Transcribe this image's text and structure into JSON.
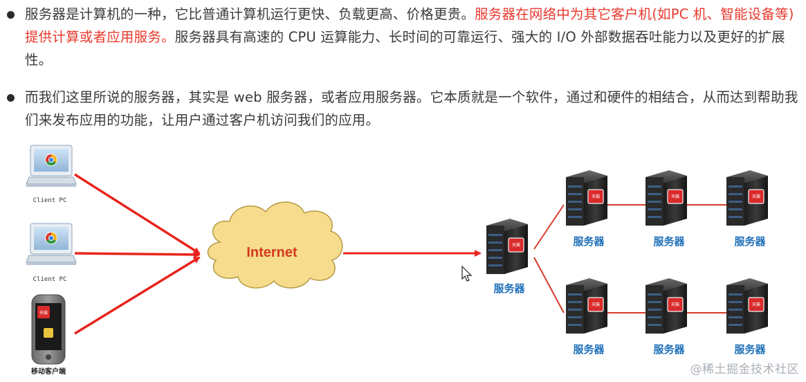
{
  "bullets": [
    {
      "normal_a": "服务器是计算机的一种，它比普通计算机运行更快、负载更高、价格更贵。",
      "red": "服务器在网络中为其它客户机(如PC 机、智能设备等)提供计算或者应用服务。",
      "normal_b": "服务器具有高速的 CPU 运算能力、长时间的可靠运行、强大的 I/O 外部数据吞吐能力以及更好的扩展性。"
    },
    {
      "text": "而我们这里所说的服务器，其实是 web 服务器，或者应用服务器。它本质就是一个软件，通过和硬件的相结合，从而达到帮助我们来发布应用的功能，让用户通过客户机访问我们的应用。"
    }
  ],
  "diagram": {
    "clients": [
      {
        "label": "Client PC",
        "icon": "desktop-computer-icon"
      },
      {
        "label": "Client PC",
        "icon": "desktop-computer-icon"
      },
      {
        "label": "移动客户端",
        "icon": "mobile-phone-icon"
      }
    ],
    "cloud_label": "Internet",
    "server_label": "服务器",
    "server_badge": "天猫",
    "servers_top": [
      "服务器",
      "服务器",
      "服务器"
    ],
    "servers_bottom": [
      "服务器",
      "服务器",
      "服务器"
    ],
    "arrow_color": "#e8241c",
    "link_color": "#d63a2a",
    "cloud_fill": "#f6dc8c",
    "cloud_stroke": "#b59a45"
  },
  "watermark": "@稀土掘金技术社区"
}
